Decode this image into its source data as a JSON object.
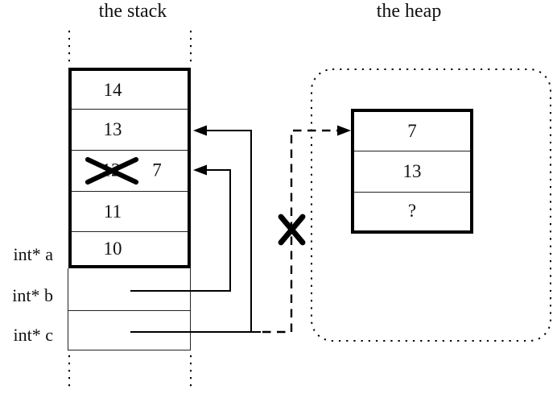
{
  "colors": {
    "ink": "#000000",
    "paper": "#ffffff"
  },
  "stack": {
    "title": "the stack",
    "cells": [
      {
        "value": "14"
      },
      {
        "value": "13"
      },
      {
        "value": "12",
        "crossed_out": true,
        "overwrite_value": "7"
      },
      {
        "value": "11"
      },
      {
        "value": "10"
      }
    ],
    "pointer_labels": [
      {
        "label": "int* a"
      },
      {
        "label": "int* b"
      },
      {
        "label": "int* c"
      }
    ]
  },
  "heap": {
    "title": "the heap",
    "cells": [
      {
        "value": "7"
      },
      {
        "value": "13"
      },
      {
        "value": "?"
      }
    ]
  },
  "icons": {
    "cross_out": "✕"
  }
}
